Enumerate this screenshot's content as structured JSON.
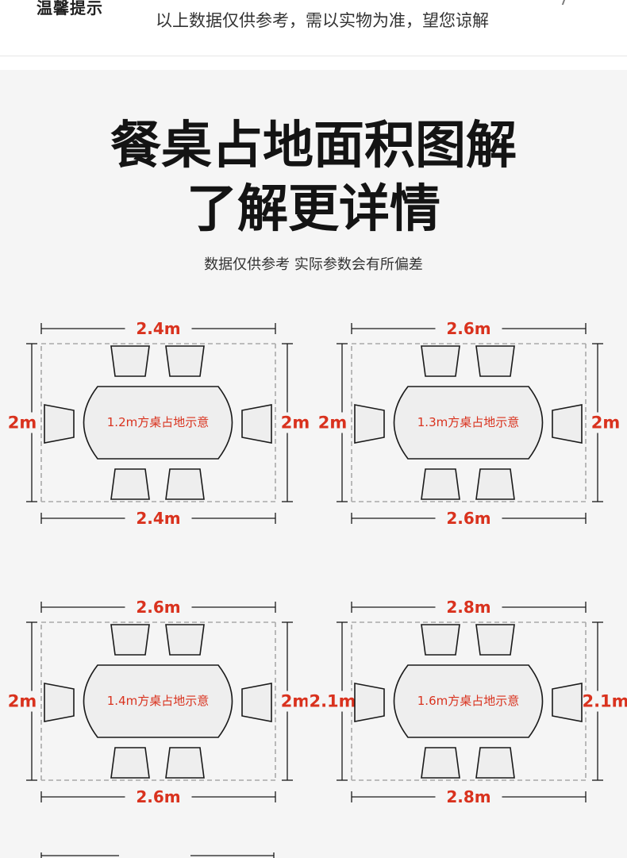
{
  "notice": {
    "label": "温馨提示",
    "text": "以上数据仅供参考，需以实物为准，望您谅解"
  },
  "header": {
    "title_line1": "餐桌占地面积图解",
    "title_line2": "了解更详情",
    "subtitle": "数据仅供参考 实际参数会有所偏差"
  },
  "colors": {
    "dimension_red": "#d9321e",
    "line": "#1a1a1a",
    "dashed_border": "#aaaaaa",
    "table_fill": "#eeeeee"
  },
  "diagrams": [
    {
      "top_width": "2.4m",
      "bottom_width": "2.4m",
      "left_height": "2m",
      "right_height": "2m",
      "table_label": "1.2m方桌占地示意"
    },
    {
      "top_width": "2.6m",
      "bottom_width": "2.6m",
      "left_height": "2m",
      "right_height": "2m",
      "table_label": "1.3m方桌占地示意"
    },
    {
      "top_width": "2.6m",
      "bottom_width": "2.6m",
      "left_height": "2m",
      "right_height": "2m",
      "table_label": "1.4m方桌占地示意"
    },
    {
      "top_width": "2.8m",
      "bottom_width": "2.8m",
      "left_height": "2.1m",
      "right_height": "2.1m",
      "table_label": "1.6m方桌占地示意"
    }
  ]
}
